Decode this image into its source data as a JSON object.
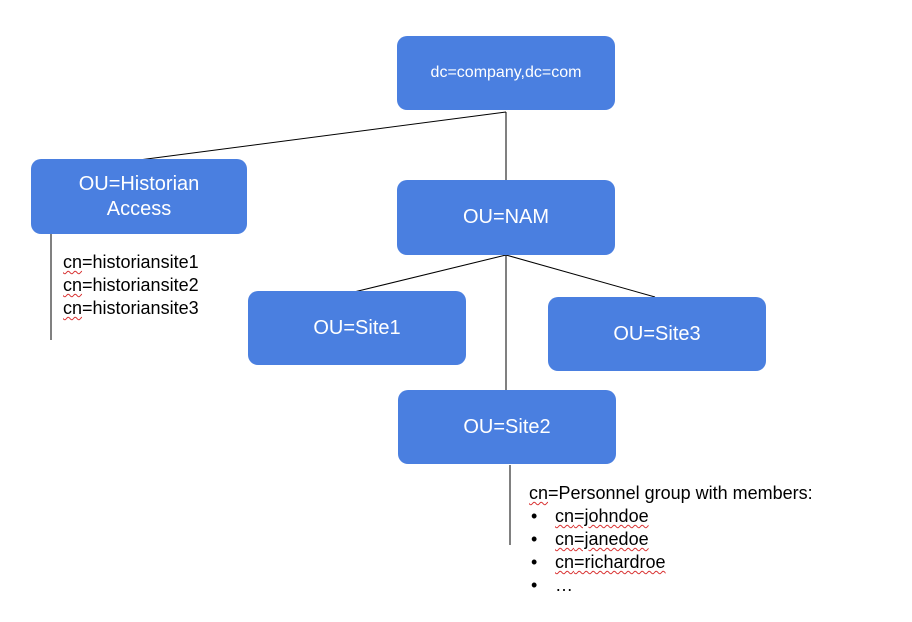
{
  "nodes": {
    "root": "dc=company,dc=com",
    "historian_line1": "OU=Historian",
    "historian_line2": "Access",
    "nam": "OU=NAM",
    "site1": "OU=Site1",
    "site3": "OU=Site3",
    "site2": "OU=Site2"
  },
  "historian_members": [
    {
      "prefix": "cn",
      "rest": "=historiansite1"
    },
    {
      "prefix": "cn",
      "rest": "=historiansite2"
    },
    {
      "prefix": "cn",
      "rest": "=historiansite3"
    }
  ],
  "site2_group": {
    "prefix": "cn",
    "rest": "=Personnel group with members:",
    "members": [
      {
        "prefix": "cn",
        "rest": "=johndoe"
      },
      {
        "prefix": "cn",
        "rest": "=janedoe"
      },
      {
        "prefix": "cn",
        "rest": "=richardroe"
      },
      {
        "prefix": "",
        "rest": "…"
      }
    ]
  },
  "colors": {
    "node_fill": "#4a7fe0",
    "node_text": "#ffffff",
    "line": "#000000"
  }
}
